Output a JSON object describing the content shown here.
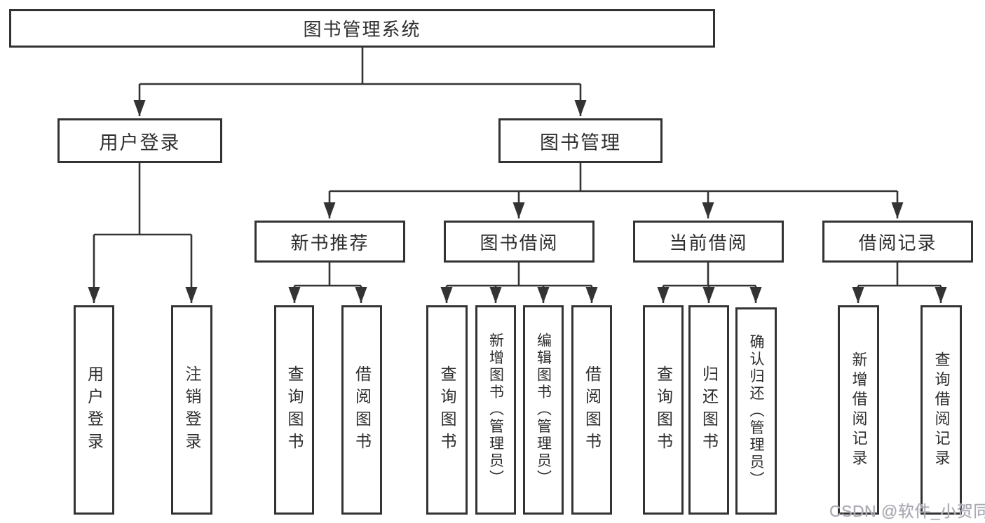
{
  "title": "图书管理系统",
  "watermark": "CSDN @软件_小贺同学",
  "colors": {
    "line": "#333333",
    "text": "#2e2e2e",
    "box_fill": "#ffffff",
    "watermark": "#a9a9b2"
  },
  "tree": {
    "label": "图书管理系统",
    "children": [
      {
        "label": "用户登录",
        "children": [
          {
            "label": "用户登录"
          },
          {
            "label": "注销登录"
          }
        ]
      },
      {
        "label": "图书管理",
        "children": [
          {
            "label": "新书推荐",
            "children": [
              {
                "label": "查询图书"
              },
              {
                "label": "借阅图书"
              }
            ]
          },
          {
            "label": "图书借阅",
            "children": [
              {
                "label": "查询图书"
              },
              {
                "label": "新增图书（管理员）"
              },
              {
                "label": "编辑图书（管理员）"
              },
              {
                "label": "借阅图书"
              }
            ]
          },
          {
            "label": "当前借阅",
            "children": [
              {
                "label": "查询图书"
              },
              {
                "label": "归还图书"
              },
              {
                "label": "确认归还（管理员）"
              }
            ]
          },
          {
            "label": "借阅记录",
            "children": [
              {
                "label": "新增借阅记录"
              },
              {
                "label": "查询借阅记录"
              }
            ]
          }
        ]
      }
    ]
  }
}
